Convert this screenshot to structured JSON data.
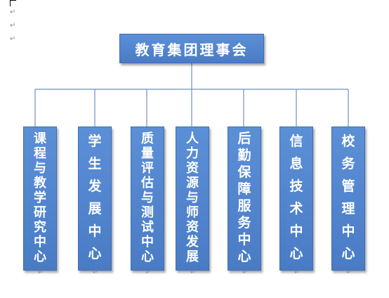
{
  "title": "教育集团理事会",
  "departments": [
    "课程与教学研究中心",
    "学生发展中心",
    "质量评估与测试中心",
    "人力资源与师资发展",
    "后勤保障服务中心",
    "信息技术中心",
    "校务管理中心"
  ],
  "colors": {
    "box_fill": "#4f84cc",
    "box_border": "#3d6db5",
    "connector": "#6a8fc4",
    "text": "#ffffff"
  }
}
